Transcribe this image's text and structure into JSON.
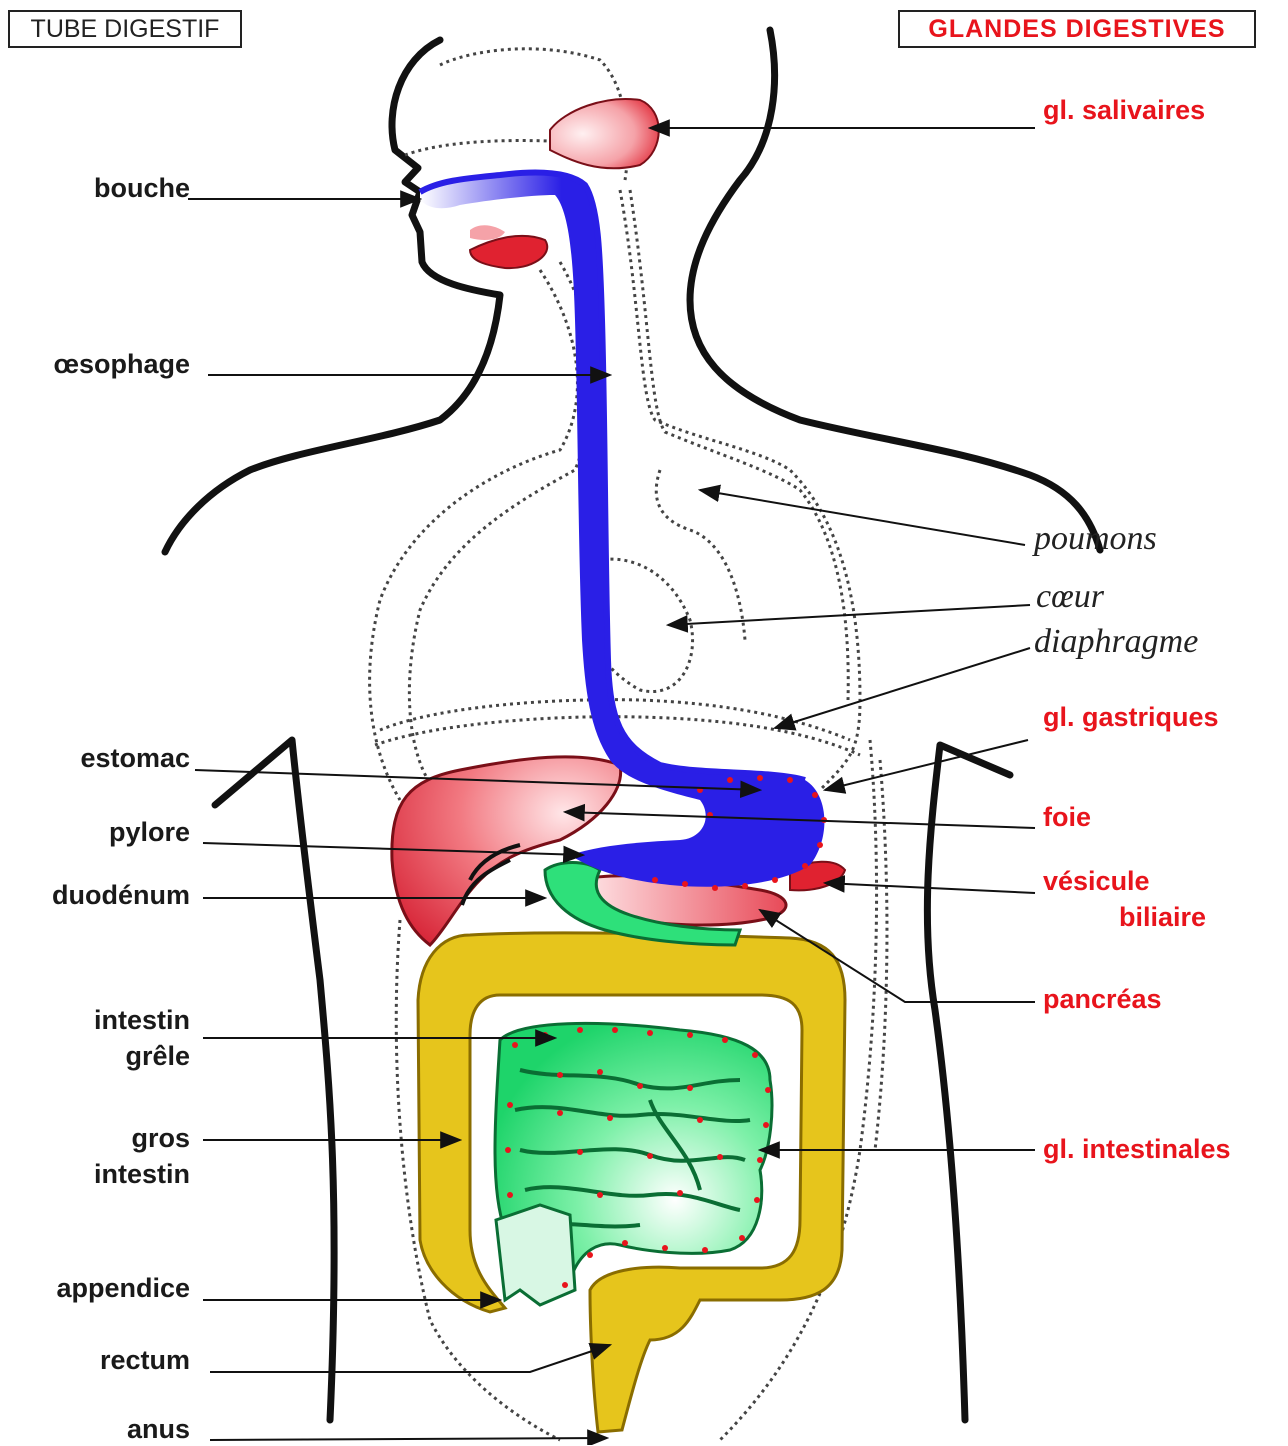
{
  "header": {
    "left_title": "TUBE DIGESTIF",
    "right_title": "GLANDES  DIGESTIVES"
  },
  "tube_labels": {
    "bouche": "bouche",
    "oesophage": "œsophage",
    "estomac": "estomac",
    "pylore": "pylore",
    "duodenum": "duodénum",
    "intestin_grele_1": "intestin",
    "intestin_grele_2": "grêle",
    "gros_intestin_1": "gros",
    "gros_intestin_2": "intestin",
    "appendice": "appendice",
    "rectum": "rectum",
    "anus": "anus"
  },
  "gland_labels": {
    "salivaires": "gl. salivaires",
    "gastriques": "gl. gastriques",
    "foie": "foie",
    "vesicule_1": "vésicule",
    "vesicule_2": "biliaire",
    "pancreas": "pancréas",
    "intestinales": "gl. intestinales"
  },
  "other_labels": {
    "poumons": "poumons",
    "coeur": "cœur",
    "diaphragme": "diaphragme"
  },
  "colors": {
    "tube": "#2a1fe6",
    "gland": "#e8141c",
    "small_intestine": "#2ee07a",
    "large_intestine": "#e6c51c",
    "liver": "#e8535e",
    "outline": "#111111"
  }
}
